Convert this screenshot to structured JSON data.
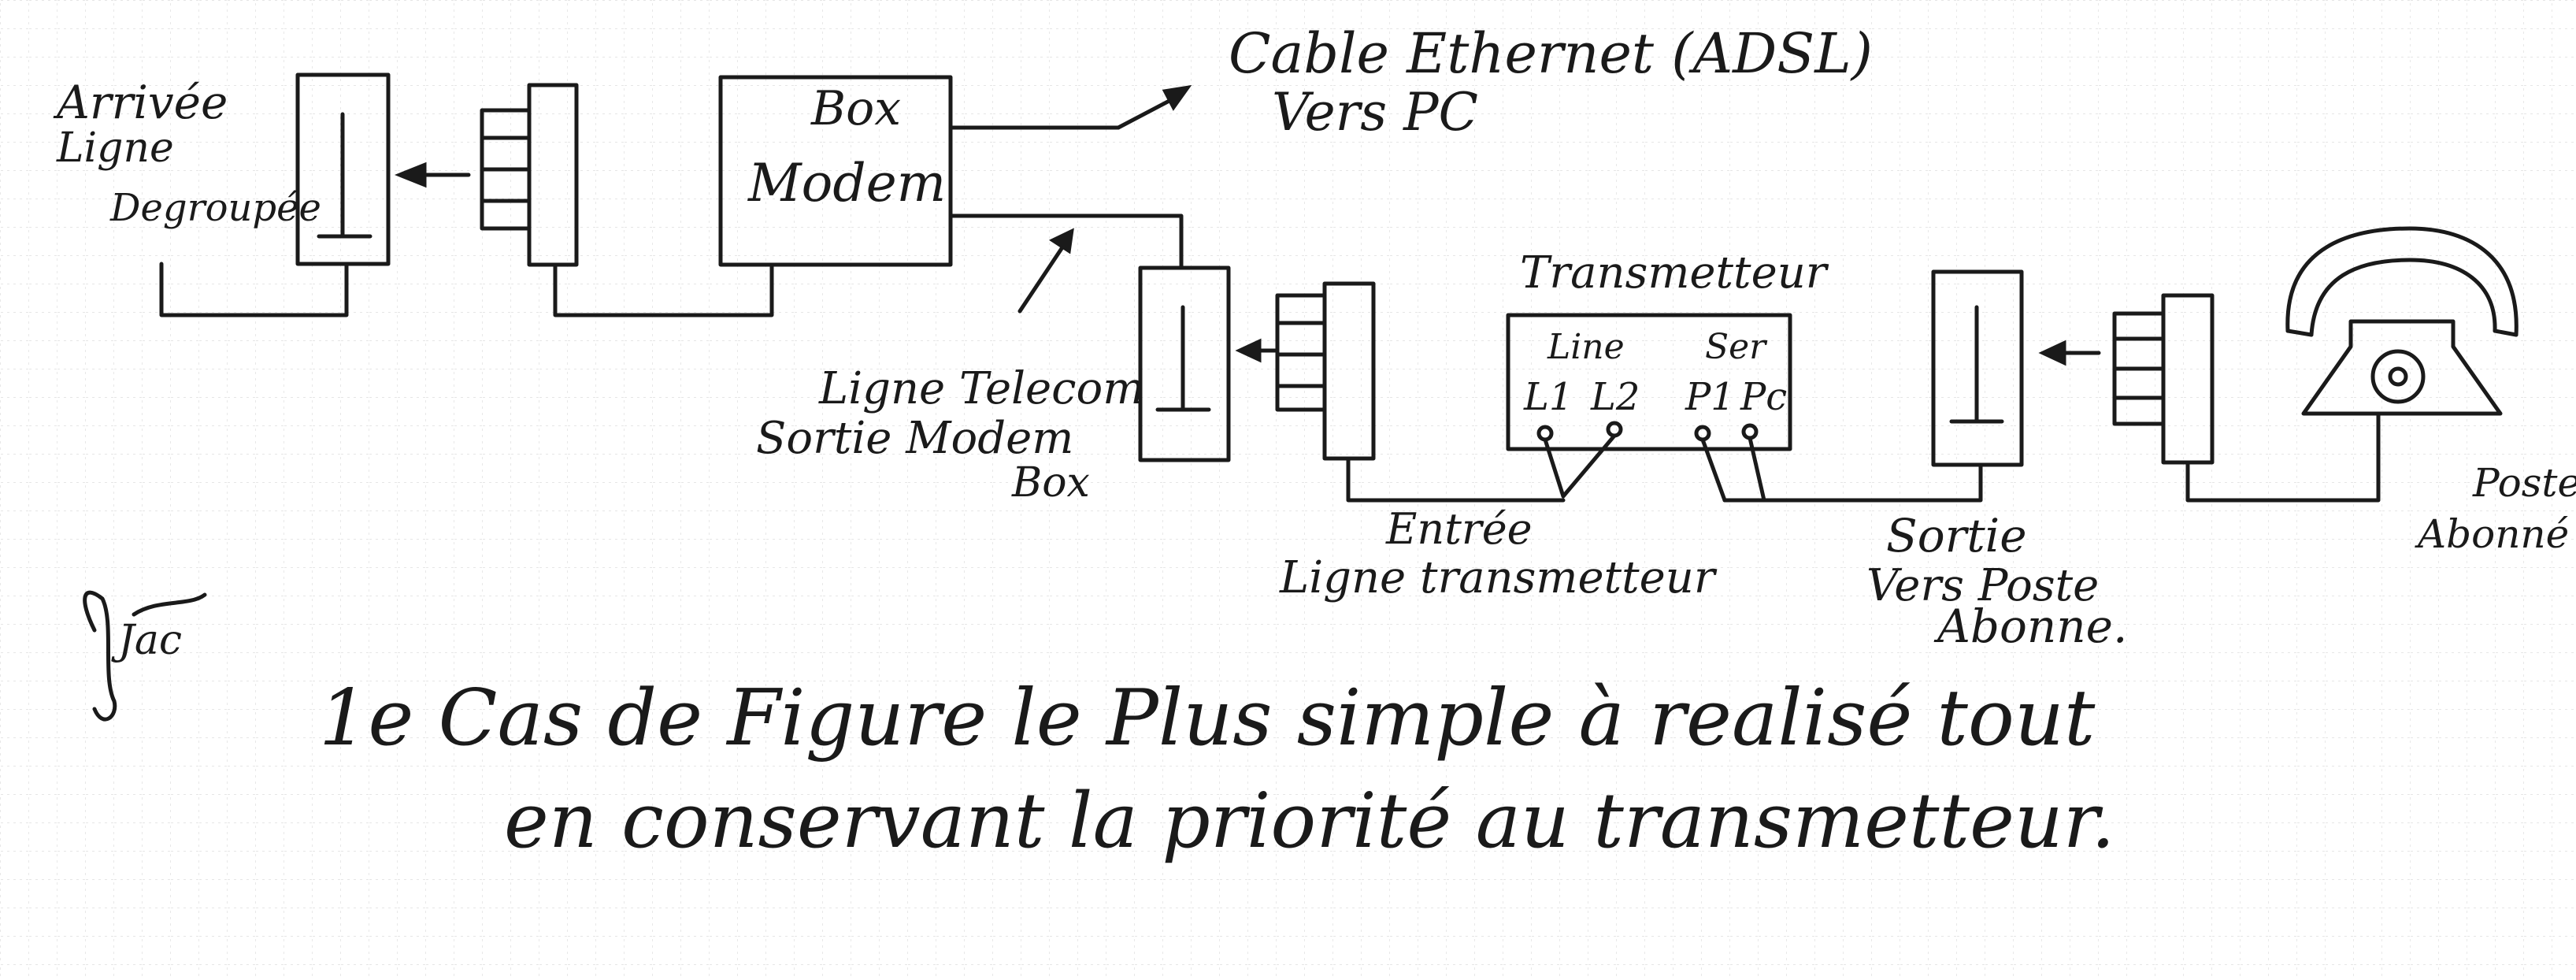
{
  "labels": {
    "arrivee_line1": "Arrivée",
    "arrivee_line2": "Ligne",
    "arrivee_line3": "Degroupée",
    "box_modem_line1": "Box",
    "box_modem_line2": "Modem",
    "cable_line1": "Cable Ethernet (ADSL)",
    "cable_line2": "Vers PC",
    "ligne_telecom_line1": "Ligne Telecom",
    "ligne_telecom_line2": "Sortie Modem",
    "ligne_telecom_line3": "Box",
    "transmetteur_title": "Transmetteur",
    "transmetteur_line": "Line",
    "transmetteur_ser": "Ser",
    "transmetteur_l1": "L1",
    "transmetteur_l2": "L2",
    "transmetteur_p1": "P1",
    "transmetteur_pc": "Pc",
    "entree_line1": "Entrée",
    "entree_line2": "Ligne transmetteur",
    "sortie_line1": "Sortie",
    "sortie_line2": "Vers Poste",
    "sortie_line3": "Abonne.",
    "poste_line1": "Poste",
    "poste_line2": "Abonné",
    "signature": "Jac"
  },
  "caption": {
    "line1": "1e Cas de Figure le Plus simple à realisé tout",
    "line2": "en conservant la priorité au transmetteur."
  }
}
